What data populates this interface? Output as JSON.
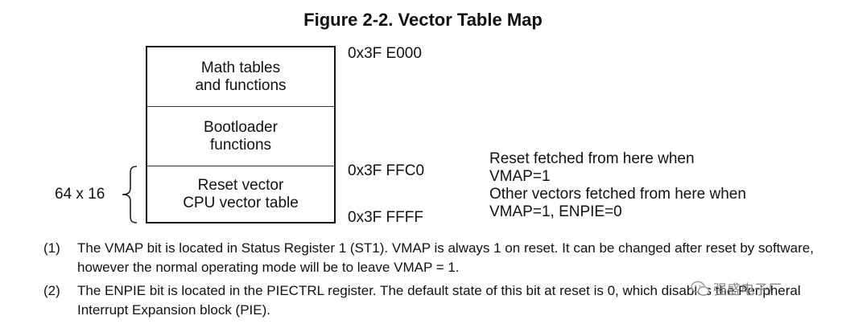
{
  "figure": {
    "title": "Figure 2-2.  Vector Table Map",
    "blocks": [
      {
        "lines": [
          "Math tables",
          "and functions"
        ]
      },
      {
        "lines": [
          "Bootloader",
          "functions"
        ]
      },
      {
        "lines": [
          "Reset vector",
          "CPU vector table"
        ]
      }
    ],
    "addresses": {
      "start": "0x3F E000",
      "reset_vector": "0x3F FFC0",
      "end": "0x3F FFFF"
    },
    "brace_label": "64 x 16",
    "notes": [
      "Reset fetched from here when",
      "VMAP=1",
      "Other vectors fetched from here when",
      "VMAP=1,  ENPIE=0"
    ]
  },
  "footnotes": [
    {
      "num": "(1)",
      "text": "The VMAP bit is located in Status Register 1 (ST1). VMAP is always 1 on reset. It can be changed after reset by software, however the normal operating mode will be to leave VMAP = 1."
    },
    {
      "num": "(2)",
      "text": "The ENPIE bit is located in the PIECTRL register. The default state of this bit at reset is 0, which disables the Peripheral Interrupt Expansion block (PIE)."
    }
  ],
  "watermark": {
    "text": "强盛电子厂",
    "icon": "wechat-icon"
  }
}
